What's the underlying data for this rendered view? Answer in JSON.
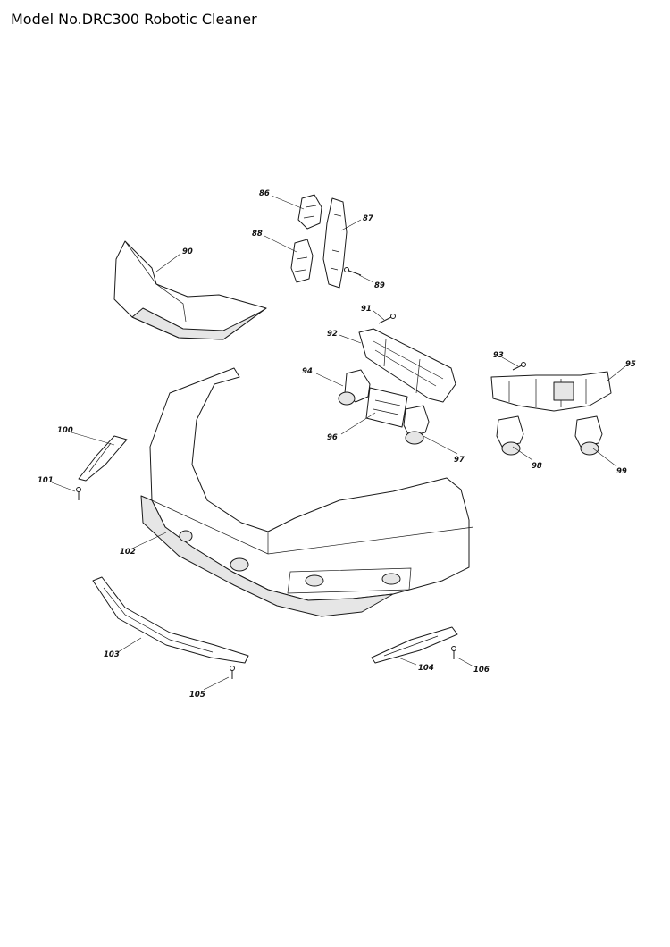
{
  "title": "Model No.DRC300 Robotic Cleaner",
  "callouts": [
    "86",
    "87",
    "88",
    "89",
    "90",
    "91",
    "92",
    "93",
    "94",
    "95",
    "96",
    "97",
    "98",
    "99",
    "100",
    "101",
    "102",
    "103",
    "104",
    "105",
    "106"
  ]
}
